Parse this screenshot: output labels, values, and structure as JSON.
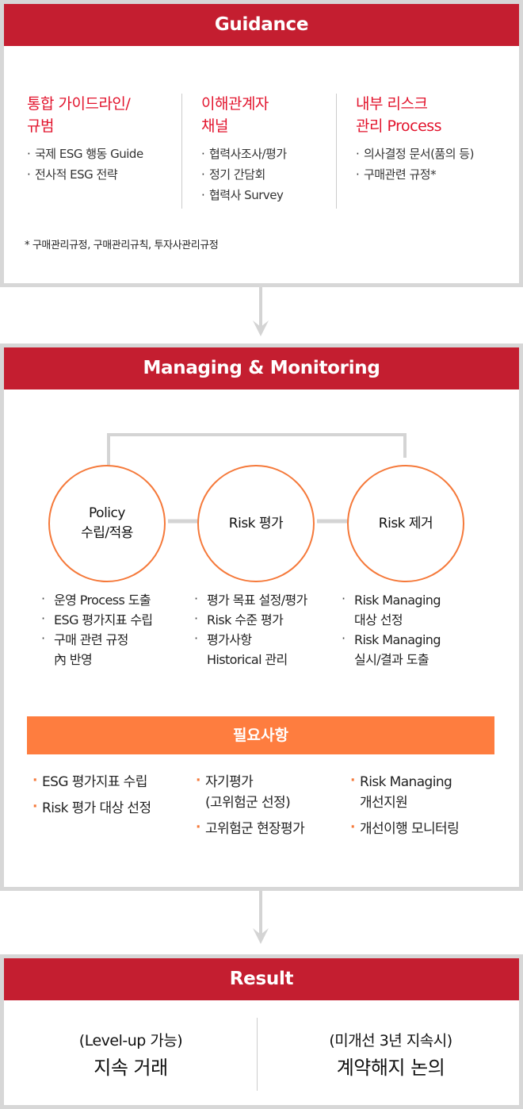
{
  "guidance": {
    "title": "Guidance",
    "columns": [
      {
        "title_line1": "통합 가이드라인/",
        "title_line2": "규범",
        "items": [
          "국제 ESG 행동 Guide",
          "전사적 ESG 전략"
        ]
      },
      {
        "title_line1": "이해관계자",
        "title_line2": "채널",
        "items": [
          "협력사조사/평가",
          "정기 간담회",
          "협력사 Survey"
        ]
      },
      {
        "title_line1": "내부 리스크",
        "title_line2": "관리 Process",
        "items": [
          "의사결정 문서(품의 등)",
          "구매관련 규정*"
        ]
      }
    ],
    "footnote": "* 구매관리규정, 구매관리규칙, 투자사관리규정"
  },
  "managing": {
    "title": "Managing & Monitoring",
    "circles": [
      {
        "line1": "Policy",
        "line2": "수립/적용"
      },
      {
        "line1": "Risk 평가",
        "line2": ""
      },
      {
        "line1": "Risk 제거",
        "line2": ""
      }
    ],
    "details": [
      [
        "운영 Process 도출",
        "ESG 평가지표 수립",
        "구매 관련 규정",
        "內 반영"
      ],
      [
        "평가 목표 설정/평가",
        "Risk 수준 평가",
        "평가사항",
        "Historical 관리"
      ],
      [
        "Risk Managing",
        "대상 선정",
        "Risk Managing",
        "실시/결과 도출"
      ]
    ],
    "requirements": {
      "title": "필요사항",
      "columns": [
        [
          "ESG 평가지표 수립",
          "Risk 평가 대상 선정"
        ],
        [
          [
            "자기평가",
            "(고위험군 선정)"
          ],
          [
            "고위험군 현장평가"
          ]
        ],
        [
          [
            "Risk Managing",
            "개선지원"
          ],
          [
            "개선이행 모니터링"
          ]
        ]
      ],
      "col1": [
        "ESG 평가지표 수립",
        "Risk 평가 대상 선정"
      ],
      "col2_item1_l1": "자기평가",
      "col2_item1_l2": "(고위험군 선정)",
      "col2_item2": "고위험군 현장평가",
      "col3_item1_l1": "Risk Managing",
      "col3_item1_l2": "개선지원",
      "col3_item2": "개선이행 모니터링"
    }
  },
  "result": {
    "title": "Result",
    "left": {
      "sub": "(Level-up 가능)",
      "main": "지속 거래"
    },
    "right": {
      "sub": "(미개선 3년 지속시)",
      "main": "계약해지 논의"
    }
  },
  "colors": {
    "header_red": "#c41e30",
    "title_red": "#e2142d",
    "orange": "#fe7d3f",
    "border_grey": "#d7d7d7",
    "arrow_grey": "#d4d4d4"
  }
}
